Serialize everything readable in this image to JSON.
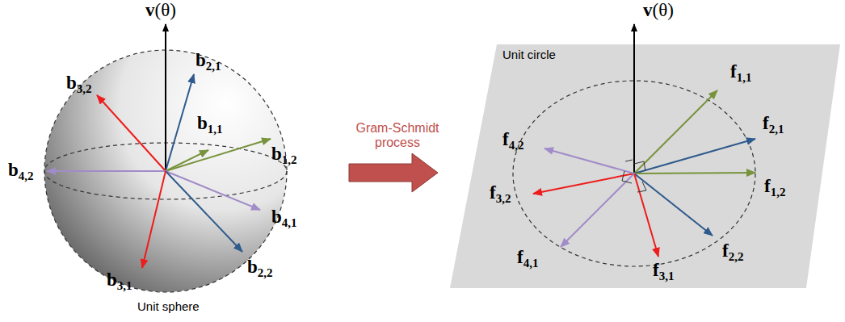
{
  "diagram": {
    "labels": [
      "v(θ)",
      "b2,1",
      "b3,2",
      "b1,1",
      "b1,2",
      "b4,2",
      "b4,1",
      "b3,1",
      "b2,2",
      "Unit sphere",
      "Gram-Schmidt process",
      "v(θ)",
      "Unit circle",
      "f1,1",
      "f4,2",
      "f2,1",
      "f1,2",
      "f3,2",
      "f2,2",
      "f4,1",
      "f3,1"
    ]
  }
}
